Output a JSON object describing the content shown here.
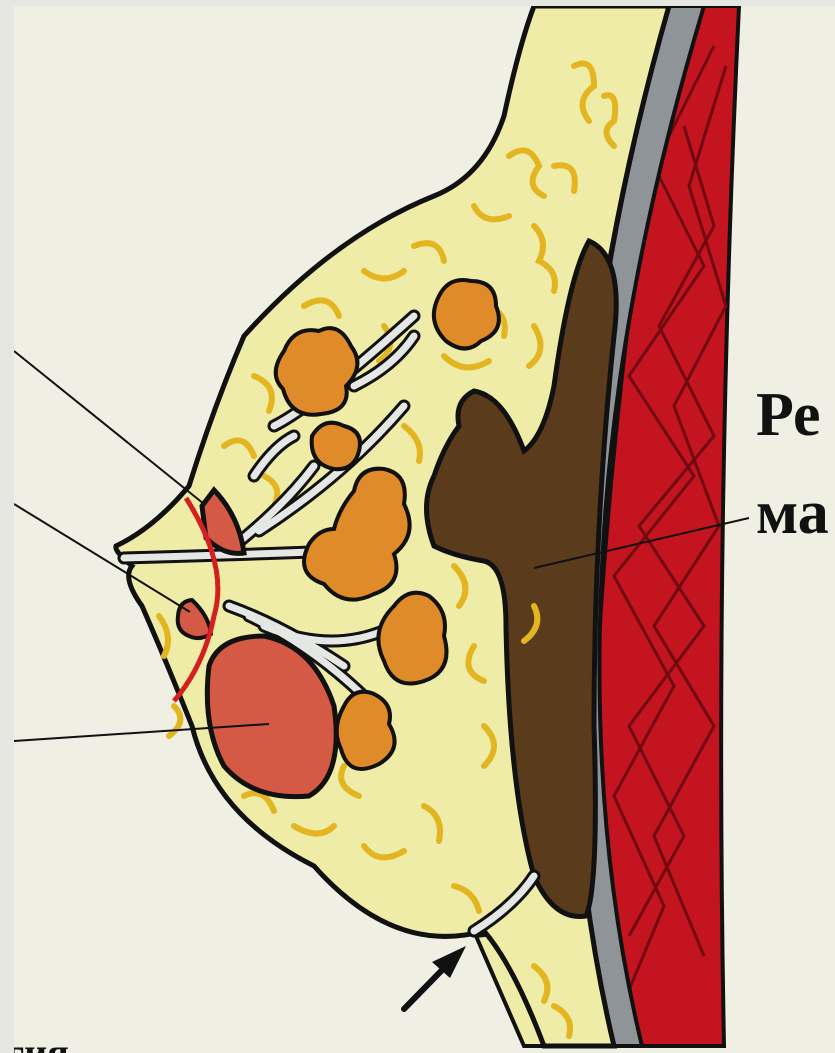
{
  "labels": {
    "retro_line1": "Ре",
    "retro_line2": "ма",
    "bottom_fragment": "гия"
  },
  "colors": {
    "background": "#efefe4",
    "fat_tissue": "#efeca7",
    "fat_lobule_lines": "#e3b520",
    "skin": "#e8b09b",
    "glandular_lobes": "#df8b2a",
    "ducts": "#e4e7e4",
    "retromammary_space": "#5a3b1c",
    "fascia": "#8f9499",
    "pectoral_muscle": "#c3141f",
    "muscle_fibers": "#700a10",
    "lesion": "#d45a45",
    "border_line": "#d41f1f"
  }
}
